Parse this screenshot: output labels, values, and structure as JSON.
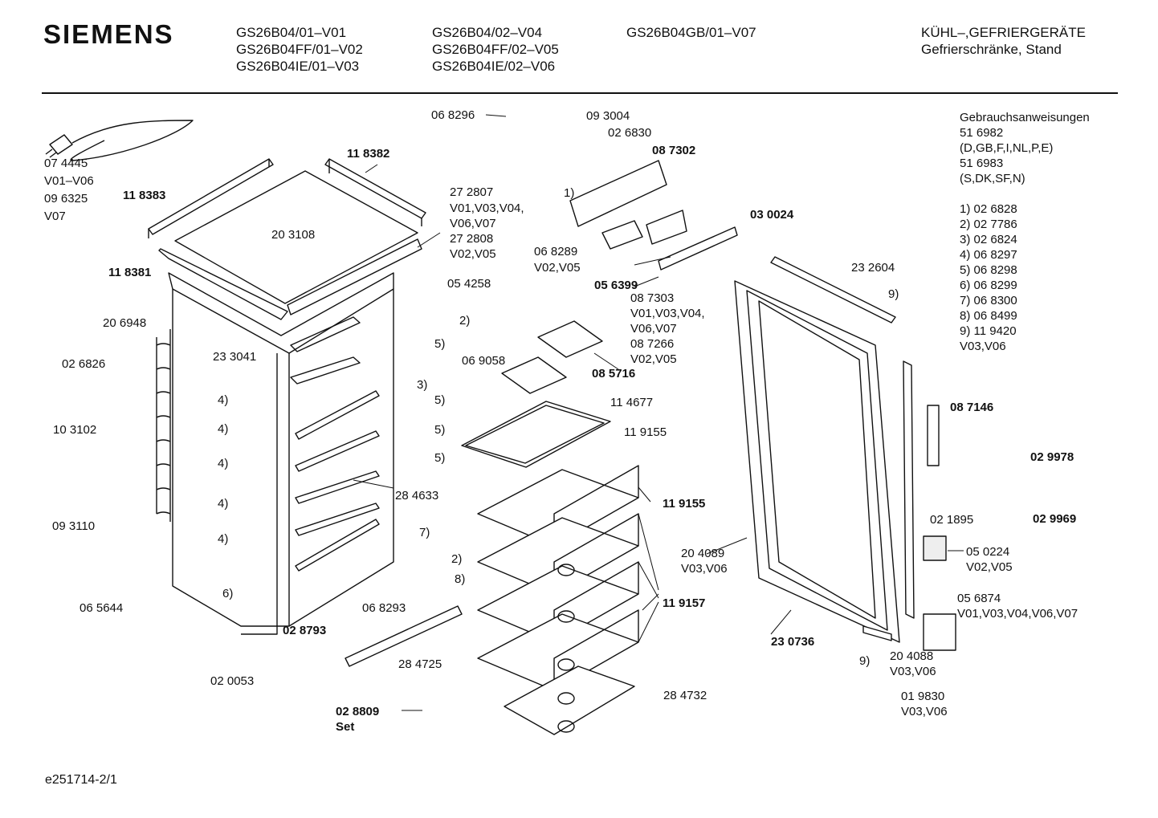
{
  "header": {
    "brand": "SIEMENS",
    "models_col1": [
      "GS26B04/01–V01",
      "GS26B04FF/01–V02",
      "GS26B04IE/01–V03"
    ],
    "models_col2": [
      "GS26B04/02–V04",
      "GS26B04FF/02–V05",
      "GS26B04IE/02–V06"
    ],
    "models_col3": [
      "GS26B04GB/01–V07"
    ],
    "category_line1": "KÜHL–,GEFRIERGERÄTE",
    "category_line2": "Gefrierschränke, Stand"
  },
  "side_notes": {
    "manuals": [
      "Gebrauchsanweisungen",
      "51 6982",
      "(D,GB,F,I,NL,P,E)",
      "51 6983",
      "(S,DK,SF,N)"
    ],
    "footnotes": [
      "1)  02 6828",
      "2)  02 7786",
      "3)  02 6824",
      "4)  06 8297",
      "5)  06 8298",
      "6)  06 8299",
      "7)  06 8300",
      "8)  06 8499",
      "9)  11 9420",
      "      V03,V06"
    ]
  },
  "labels": {
    "cord_1": "07 4445",
    "cord_2": "V01–V06",
    "cord_3": "09 6325",
    "cord_4": "V07",
    "p118383": "11 8383",
    "p118382": "11 8382",
    "p203108": "20 3108",
    "p118381": "11 8381",
    "p272807": "27 2807",
    "p272807v1": "V01,V03,V04,",
    "p272807v2": "V06,V07",
    "p272808": "27 2808",
    "p272808v": "V02,V05",
    "p068296": "06 8296",
    "p093004": "09 3004",
    "p026830": "02 6830",
    "p087302": "08 7302",
    "n1": "1)",
    "p030024": "03 0024",
    "p068289": "06 8289",
    "p068289v": "V02,V05",
    "p056399": "05 6399",
    "p087303": "08 7303",
    "p087303v1": "V01,V03,V04,",
    "p087303v2": "V06,V07",
    "p087266": "08 7266",
    "p087266v": "V02,V05",
    "p054258": "05 4258",
    "n2a": "2)",
    "p206948": "20 6948",
    "p233041": "23 3041",
    "n5a": "5)",
    "p026826": "02 6826",
    "n3": "3)",
    "p069058": "06 9058",
    "p085716": "08 5716",
    "n5b": "5)",
    "p103102": "10 3102",
    "n4a": "4)",
    "n4b": "4)",
    "n4c": "4)",
    "n4d": "4)",
    "n4e": "4)",
    "n6": "6)",
    "n5c": "5)",
    "n5d": "5)",
    "p114677": "11 4677",
    "p119155a": "11 9155",
    "p119155b": "11 9155",
    "p284633": "28 4633",
    "p093110": "09 3110",
    "n7": "7)",
    "n2b": "2)",
    "n8": "8)",
    "p065644": "06 5644",
    "p068293": "06 8293",
    "p028793": "02 8793",
    "p284725": "28 4725",
    "p020053": "02 0053",
    "p028809": "02 8809",
    "set": "Set",
    "p119157": "11 9157",
    "p284732": "28 4732",
    "p232604": "23 2604",
    "n9a": "9)",
    "p087146": "08 7146",
    "p029978": "02 9978",
    "p021895": "02 1895",
    "p029969": "02 9969",
    "p204089": "20 4089",
    "p204089v": "V03,V06",
    "p050224": "05 0224",
    "p050224v": "V02,V05",
    "p056874": "05 6874",
    "p056874v": "V01,V03,V04,V06,V07",
    "p230736": "23 0736",
    "n9b": "9)",
    "p204088": "20 4088",
    "p204088v": "V03,V06",
    "p019830": "01 9830",
    "p019830v": "V03,V06"
  },
  "footer": "e251714-2/1"
}
